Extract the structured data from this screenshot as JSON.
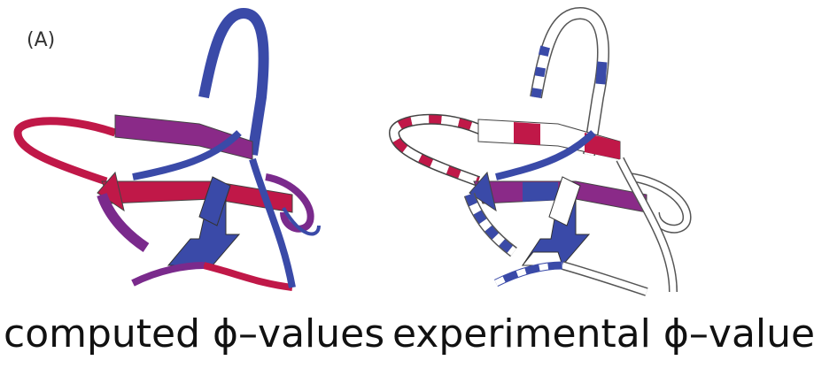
{
  "panel_label": "(A)",
  "captions": {
    "left": "computed ϕ–values",
    "right": "experimental ϕ–values"
  },
  "colors": {
    "high_phi": "#c01848",
    "mid_phi": "#7a2a8c",
    "low_phi": "#3a4aa8",
    "unassigned": "#ffffff",
    "outline": "#444444"
  }
}
